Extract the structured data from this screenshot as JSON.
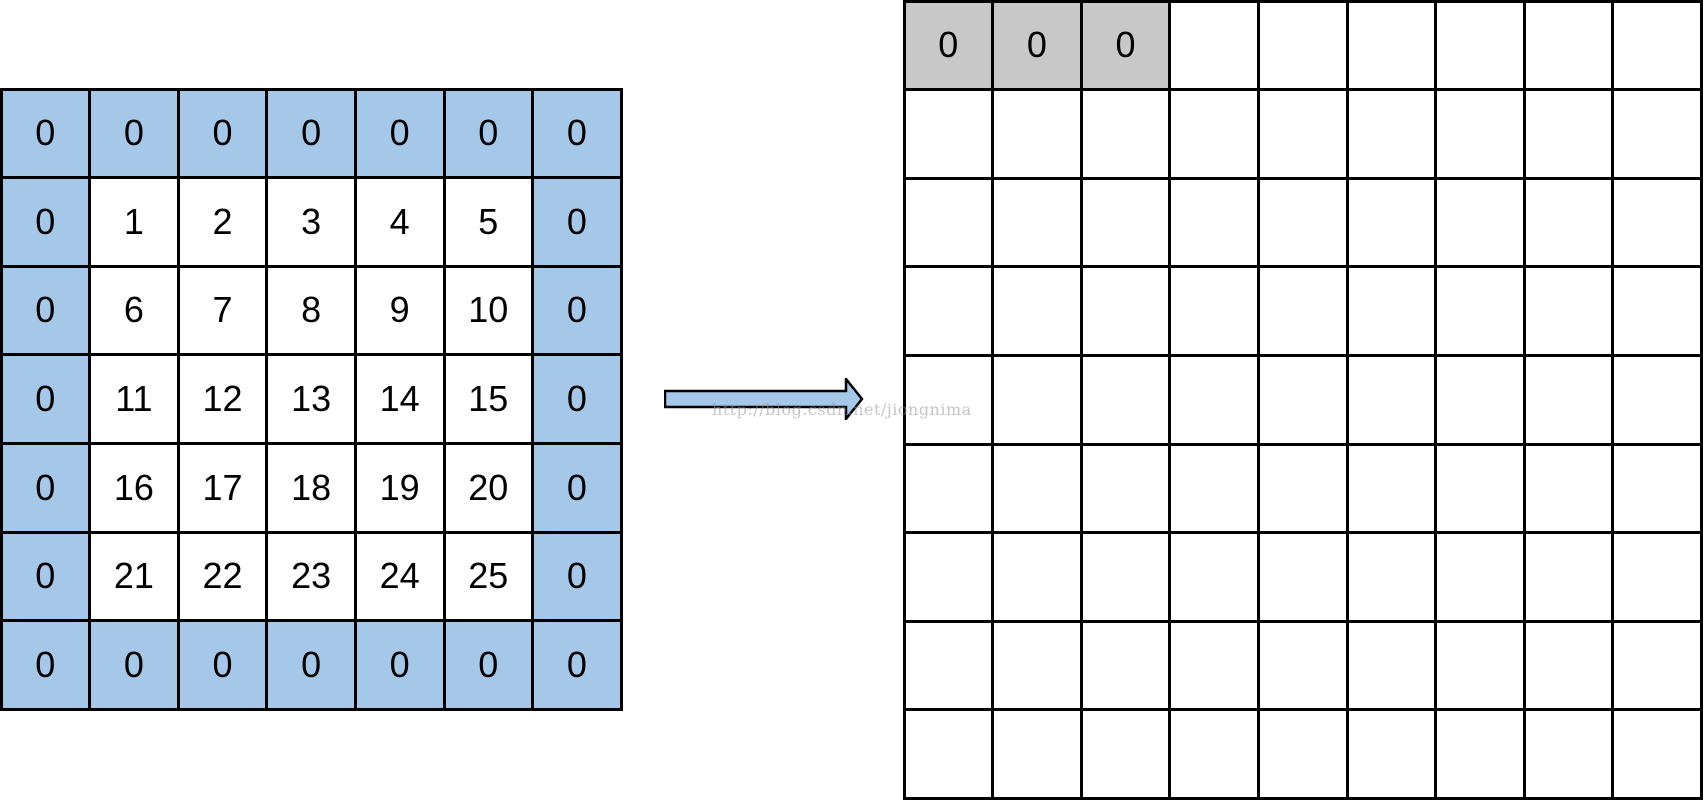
{
  "input_grid": {
    "rows": [
      [
        "0",
        "0",
        "0",
        "0",
        "0",
        "0",
        "0"
      ],
      [
        "0",
        "1",
        "2",
        "3",
        "4",
        "5",
        "0"
      ],
      [
        "0",
        "6",
        "7",
        "8",
        "9",
        "10",
        "0"
      ],
      [
        "0",
        "11",
        "12",
        "13",
        "14",
        "15",
        "0"
      ],
      [
        "0",
        "16",
        "17",
        "18",
        "19",
        "20",
        "0"
      ],
      [
        "0",
        "21",
        "22",
        "23",
        "24",
        "25",
        "0"
      ],
      [
        "0",
        "0",
        "0",
        "0",
        "0",
        "0",
        "0"
      ]
    ],
    "padding_color": "#a6c8e8",
    "inner_color": "#ffffff"
  },
  "output_grid": {
    "rows": [
      [
        "0",
        "0",
        "0",
        "",
        "",
        "",
        "",
        "",
        ""
      ],
      [
        "",
        "",
        "",
        "",
        "",
        "",
        "",
        "",
        ""
      ],
      [
        "",
        "",
        "",
        "",
        "",
        "",
        "",
        "",
        ""
      ],
      [
        "",
        "",
        "",
        "",
        "",
        "",
        "",
        "",
        ""
      ],
      [
        "",
        "",
        "",
        "",
        "",
        "",
        "",
        "",
        ""
      ],
      [
        "",
        "",
        "",
        "",
        "",
        "",
        "",
        "",
        ""
      ],
      [
        "",
        "",
        "",
        "",
        "",
        "",
        "",
        "",
        ""
      ],
      [
        "",
        "",
        "",
        "",
        "",
        "",
        "",
        "",
        ""
      ],
      [
        "",
        "",
        "",
        "",
        "",
        "",
        "",
        "",
        ""
      ]
    ],
    "filled_color": "#c8c8c8",
    "empty_color": "#ffffff"
  },
  "arrow": {
    "fill_color": "#a6c8e8"
  },
  "watermark": {
    "text": "http://blog.csdn.net/jiongnima"
  }
}
